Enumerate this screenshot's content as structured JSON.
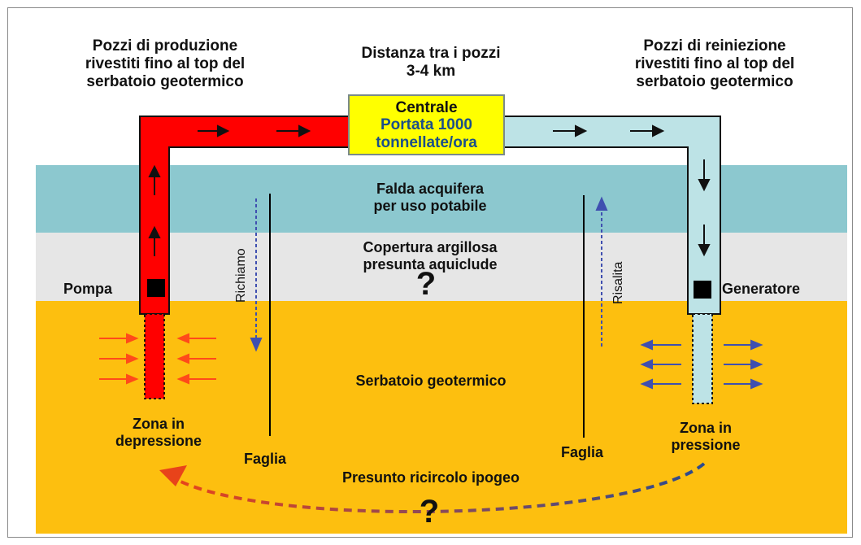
{
  "title_left": [
    "Pozzi di produzione",
    "rivestiti fino al top del",
    "serbatoio geotermico"
  ],
  "title_center": [
    "Distanza tra i pozzi",
    "3-4 km"
  ],
  "title_right": [
    "Pozzi di reiniezione",
    "rivestiti fino al top del",
    "serbatoio geotermico"
  ],
  "centrale": {
    "title": "Centrale",
    "line2": "Portata 1000",
    "line3": "tonnellate/ora"
  },
  "layers": {
    "aquifer": [
      "Falda acquifera",
      "per uso potabile"
    ],
    "clay": [
      "Copertura argillosa",
      "presunta aquiclude"
    ],
    "reservoir": "Serbatoio geotermico"
  },
  "question_mark": "?",
  "pump_label": "Pompa",
  "generator_label": "Generatore",
  "richiamo": "Richiamo",
  "risalita": "Risalita",
  "fault_left": "Faglia",
  "fault_right": "Faglia",
  "zone_left": [
    "Zona in",
    "depressione"
  ],
  "zone_right": [
    "Zona in",
    "pressione"
  ],
  "recirculation": "Presunto ricircolo ipogeo",
  "colors": {
    "aquifer": "#8cc8cf",
    "clay": "#e6e6e6",
    "reservoir": "#fdbf0f",
    "production_pipe": "#ff0000",
    "injection_pipe": "#bde3e6",
    "centrale": "#ffff00",
    "arrow_blue": "#3f4fb0",
    "arrow_red": "#ff4a1a"
  }
}
